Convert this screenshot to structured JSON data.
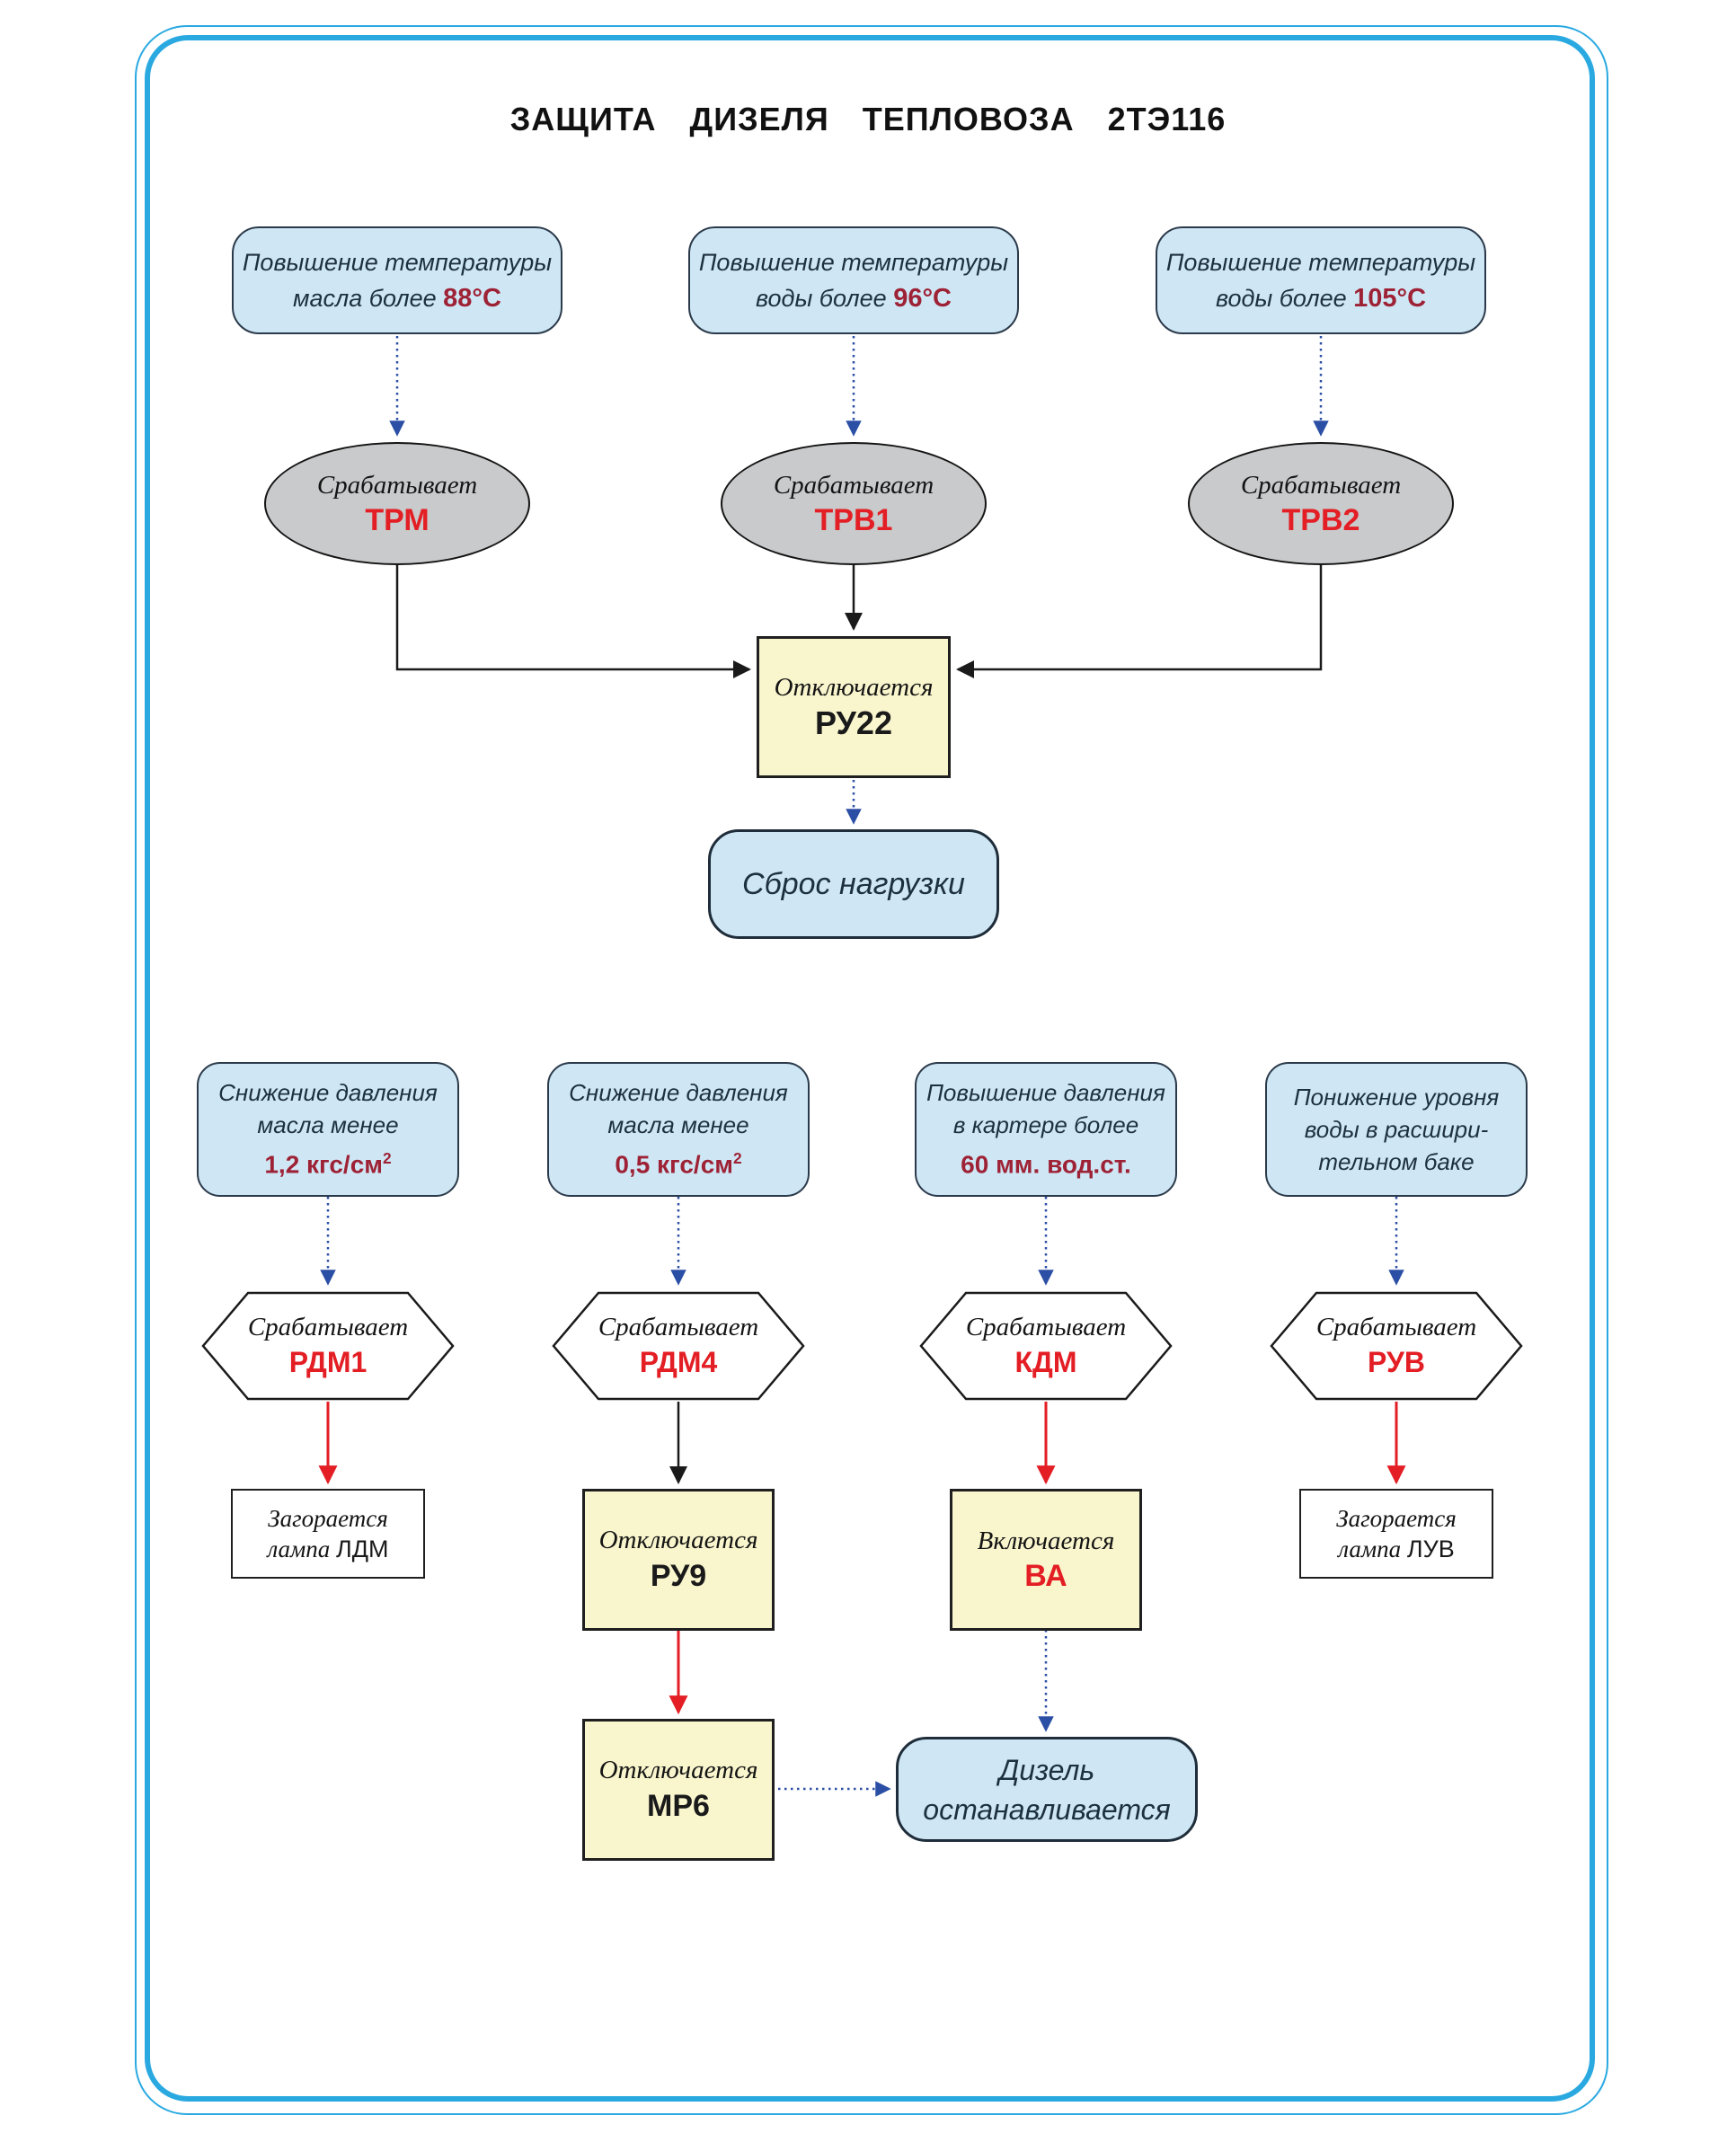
{
  "page": {
    "title": "ЗАЩИТА ДИЗЕЛЯ ТЕПЛОВОЗА 2ТЭ116"
  },
  "colors": {
    "frame": "#2aa9e1",
    "condition_fill": "#cfe7f5",
    "detector_ellipse_fill": "#c9cacb",
    "relay_fill": "#f9f5cd",
    "device_red": "#e31e24",
    "value_dark_red": "#9e2235",
    "text_navy": "#1d3040",
    "arrow_blue": "#2b4fa5",
    "arrow_red": "#e31e24",
    "arrow_black": "#1a1a1a"
  },
  "top_flow": {
    "conditions": [
      {
        "line1": "Повышение температуры",
        "prefix": "масла более ",
        "value": "88°С"
      },
      {
        "line1": "Повышение температуры",
        "prefix": "воды более ",
        "value": "96°С"
      },
      {
        "line1": "Повышение температуры",
        "prefix": "воды более ",
        "value": "105°С"
      }
    ],
    "detectors": [
      {
        "action": "Срабатывает",
        "device": "ТРМ"
      },
      {
        "action": "Срабатывает",
        "device": "ТРВ1"
      },
      {
        "action": "Срабатывает",
        "device": "ТРВ2"
      }
    ],
    "relay": {
      "action": "Отключается",
      "device": "РУ22"
    },
    "result": "Сброс нагрузки"
  },
  "bottom_flow": {
    "conditions": [
      {
        "line1": "Снижение давления",
        "line2": "масла менее",
        "value": "1,2 кгс/см",
        "value_sup": "2"
      },
      {
        "line1": "Снижение давления",
        "line2": "масла менее",
        "value": "0,5 кгс/см",
        "value_sup": "2"
      },
      {
        "line1": "Повышение давления",
        "line2": "в картере более",
        "value": "60 мм. вод.ст."
      },
      {
        "line1": "Понижение уровня",
        "line2": "воды в расшири-",
        "line3": "тельном баке"
      }
    ],
    "detectors": [
      {
        "action": "Срабатывает",
        "device": "РДМ1"
      },
      {
        "action": "Срабатывает",
        "device": "РДМ4"
      },
      {
        "action": "Срабатывает",
        "device": "КДМ"
      },
      {
        "action": "Срабатывает",
        "device": "РУВ"
      }
    ],
    "lamp_ldm": {
      "action": "Загорается",
      "word": "лампа ",
      "device": "ЛДМ"
    },
    "relay_ru9": {
      "action": "Отключается",
      "device": "РУ9"
    },
    "contactor_va": {
      "action": "Включается",
      "device": "ВА"
    },
    "lamp_luv": {
      "action": "Загорается",
      "word": "лампа ",
      "device": "ЛУВ"
    },
    "relay_mr6": {
      "action": "Отключается",
      "device": "МР6"
    },
    "result": {
      "line1": "Дизель",
      "line2": "останавливается"
    }
  }
}
